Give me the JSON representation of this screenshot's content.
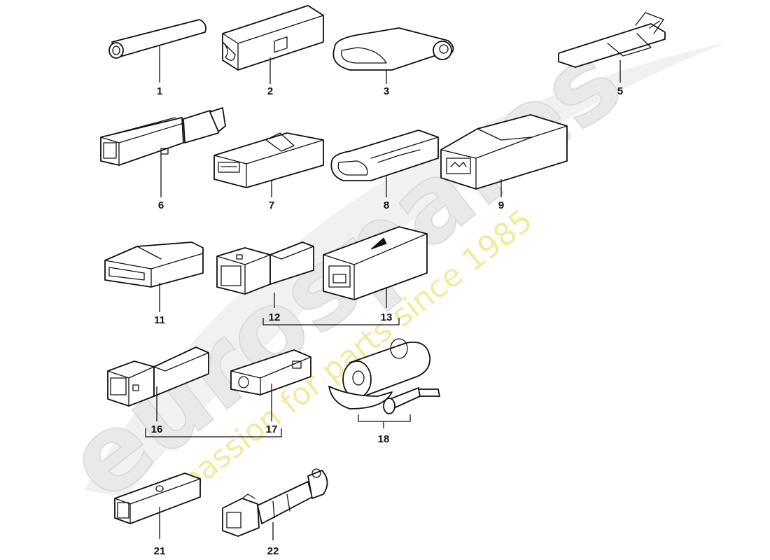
{
  "watermark": {
    "logo": "eurospares",
    "tagline": "a passion for parts since 1985"
  },
  "parts": [
    {
      "id": "part-1",
      "label": "1"
    },
    {
      "id": "part-2",
      "label": "2"
    },
    {
      "id": "part-3",
      "label": "3"
    },
    {
      "id": "part-5",
      "label": "5"
    },
    {
      "id": "part-6",
      "label": "6"
    },
    {
      "id": "part-7",
      "label": "7"
    },
    {
      "id": "part-8",
      "label": "8"
    },
    {
      "id": "part-9",
      "label": "9"
    },
    {
      "id": "part-11",
      "label": "11"
    },
    {
      "id": "part-12",
      "label": "12"
    },
    {
      "id": "part-13",
      "label": "13"
    },
    {
      "id": "part-16",
      "label": "16"
    },
    {
      "id": "part-17",
      "label": "17"
    },
    {
      "id": "part-18",
      "label": "18"
    },
    {
      "id": "part-21",
      "label": "21"
    },
    {
      "id": "part-22",
      "label": "22"
    }
  ]
}
